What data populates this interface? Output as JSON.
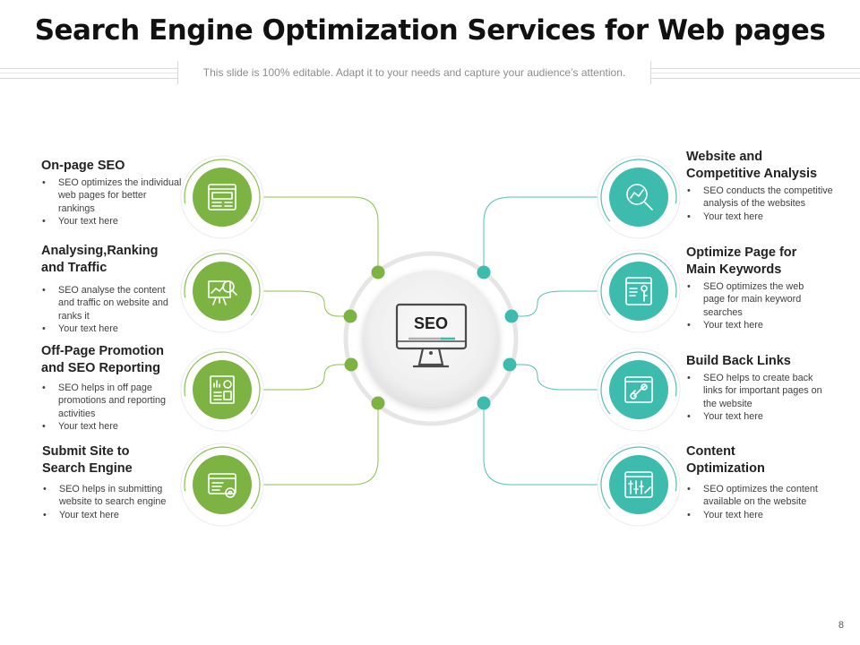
{
  "slide": {
    "title": "Search Engine Optimization Services for Web pages",
    "subtitle": "This slide is 100% editable. Adapt it to your needs and capture your audience’s attention.",
    "page_number": "8"
  },
  "center": {
    "label": "SEO",
    "icon": "monitor-icon"
  },
  "colors": {
    "green": "#7cb342",
    "teal": "#3dbcae",
    "line_green": "#8dc152",
    "line_teal": "#55bfb4",
    "ring": "#e6e6e6",
    "text": "#222222"
  },
  "left_items": [
    {
      "title": "On-page SEO",
      "bullets": [
        "SEO optimizes the individual web pages for better rankings",
        "Your text here"
      ],
      "icon": "webpage-icon"
    },
    {
      "title": "Analysing,Ranking and Traffic",
      "bullets": [
        "SEO analyse the content and traffic on website and ranks it",
        "Your text here"
      ],
      "icon": "presentation-analysis-icon"
    },
    {
      "title": "Off-Page Promotion and SEO Reporting",
      "bullets": [
        "SEO helps in off page promotions and reporting activities",
        "Your text here"
      ],
      "icon": "report-icon"
    },
    {
      "title": "Submit Site to Search Engine",
      "bullets": [
        "SEO helps in submitting website to search engine",
        "Your text here"
      ],
      "icon": "browser-settings-icon"
    }
  ],
  "right_items": [
    {
      "title": "Website and Competitive Analysis",
      "bullets": [
        "SEO conducts the competitive analysis of the websites",
        "Your text here"
      ],
      "icon": "magnifier-chart-icon"
    },
    {
      "title": "Optimize Page for Main Keywords",
      "bullets": [
        "SEO optimizes the web page for main keyword searches",
        "Your text here"
      ],
      "icon": "keyword-page-icon"
    },
    {
      "title": "Build Back Links",
      "bullets": [
        "SEO helps to create back links for important pages on the website",
        "Your text here"
      ],
      "icon": "link-icon"
    },
    {
      "title": "Content Optimization",
      "bullets": [
        "SEO optimizes the content available on the website",
        "Your text here"
      ],
      "icon": "content-tools-icon"
    }
  ]
}
